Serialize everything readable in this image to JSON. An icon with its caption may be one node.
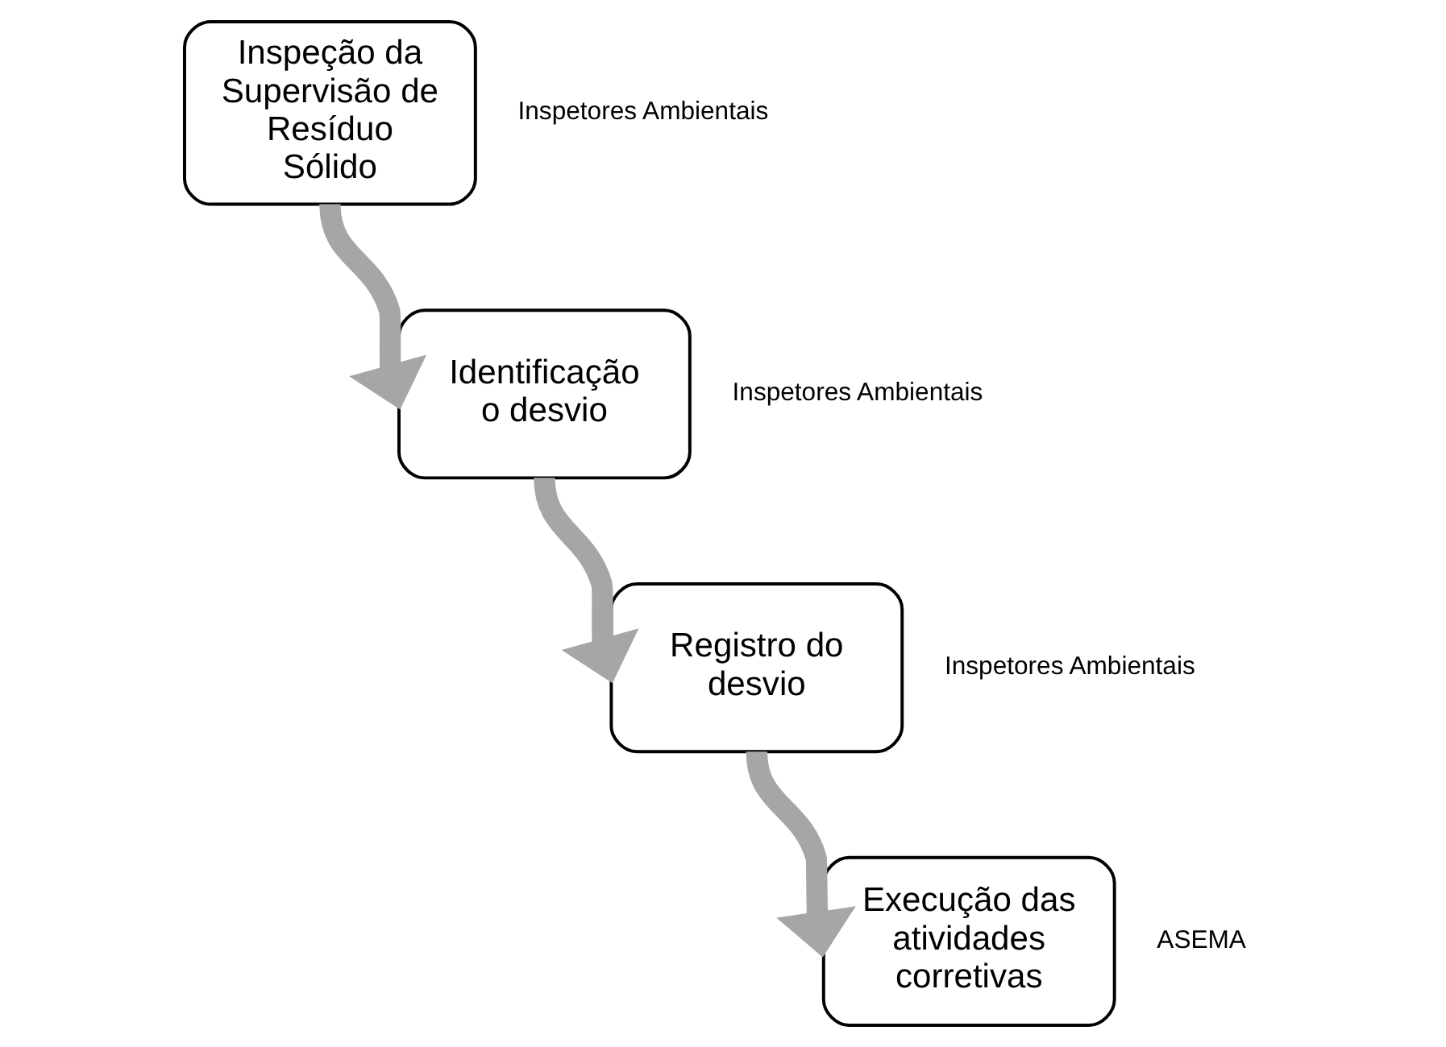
{
  "diagram": {
    "nodes": [
      {
        "text": [
          "Inspeção da Supervisão de Resíduo Sólido"
        ],
        "beside": [
          "Inspetores Ambientais"
        ]
      },
      {
        "text": [
          "Identificação o desvio"
        ],
        "beside": [
          "Inspetores Ambientais"
        ]
      },
      {
        "text": [
          "Registro do desvio"
        ],
        "beside": [
          "Inspetores Ambientais"
        ]
      },
      {
        "text": [
          "Execução das atividades corretivas"
        ],
        "beside": [
          "ASEMA"
        ]
      }
    ],
    "edges": [
      {
        "from": 0,
        "to": 1,
        "arrow": "to"
      },
      {
        "from": 1,
        "to": 2,
        "arrow": "to"
      },
      {
        "from": 2,
        "to": 3,
        "arrow": "to"
      }
    ]
  }
}
